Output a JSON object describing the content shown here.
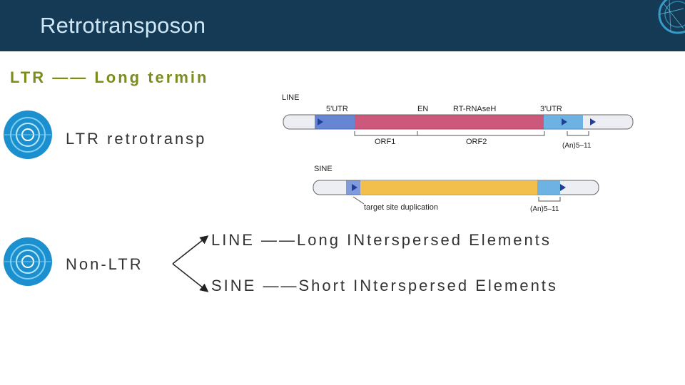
{
  "header": {
    "title": "Retrotransposon"
  },
  "subtitle": "LTR —— Long termin",
  "items": [
    {
      "label": "LTR retrotransp"
    },
    {
      "label": "Non-LTR"
    }
  ],
  "figure": {
    "line_label": "LINE",
    "sine_label": "SINE",
    "utr5": "5'UTR",
    "en": "EN",
    "rt": "RT-RNAseH",
    "utr3": "3'UTR",
    "orf1": "ORF1",
    "orf2": "ORF2",
    "an_line": "(An)5–11",
    "an_sine": "(An)5–11",
    "tsd": "target site duplication",
    "colors": {
      "utr": "#3a63c8",
      "en_rt": "#c4335e",
      "sine_body": "#f3b93a",
      "tail": "#4fa3e0"
    }
  },
  "definitions": {
    "line": "LINE ——Long INterspersed Elements",
    "sine": "SINE ——Short INterspersed Elements"
  }
}
